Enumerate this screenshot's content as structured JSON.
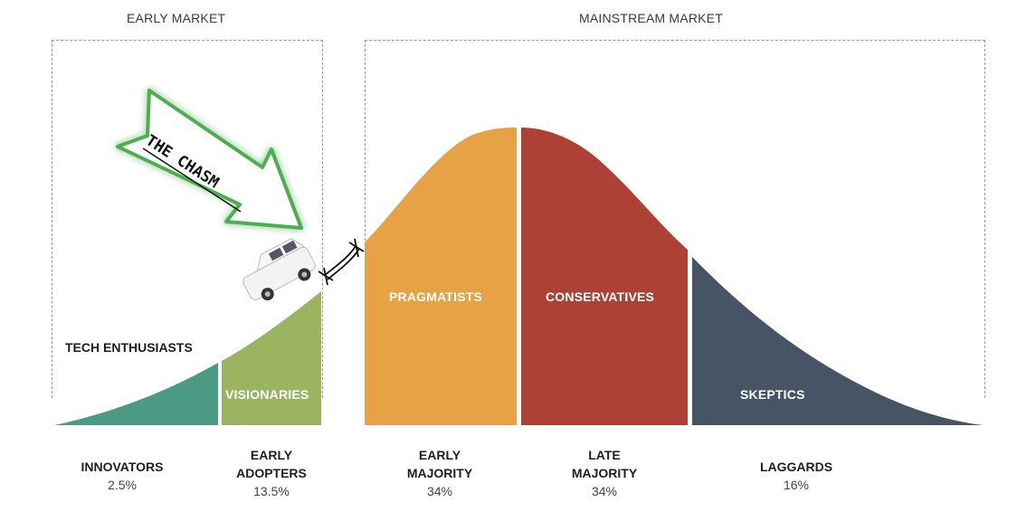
{
  "markets": {
    "early": "EARLY MARKET",
    "mainstream": "MAINSTREAM MARKET"
  },
  "chasm_arrow": {
    "label": "THE CHASM",
    "icon": "arrow-down-right-icon",
    "outline_color": "#4caf50"
  },
  "tech_enthusiasts": "TECH ENTHUSIASTS",
  "segments": [
    {
      "label": "",
      "color": "#4a9a84"
    },
    {
      "label": "VISIONARIES",
      "color": "#9bb462"
    },
    {
      "label": "PRAGMATISTS",
      "color": "#e6a244"
    },
    {
      "label": "CONSERVATIVES",
      "color": "#ad4135"
    },
    {
      "label": "SKEPTICS",
      "color": "#465466"
    }
  ],
  "categories": [
    {
      "name_line1": "INNOVATORS",
      "name_line2": "",
      "pct": "2.5%"
    },
    {
      "name_line1": "EARLY",
      "name_line2": "ADOPTERS",
      "pct": "13.5%"
    },
    {
      "name_line1": "EARLY",
      "name_line2": "MAJORITY",
      "pct": "34%"
    },
    {
      "name_line1": "LATE",
      "name_line2": "MAJORITY",
      "pct": "34%"
    },
    {
      "name_line1": "LAGGARDS",
      "name_line2": "",
      "pct": "16%"
    }
  ],
  "chart_data": {
    "type": "area",
    "title": "Technology Adoption Life Cycle – Crossing the Chasm",
    "categories": [
      "Innovators",
      "Early Adopters",
      "Early Majority",
      "Late Majority",
      "Laggards"
    ],
    "segment_names": [
      "",
      "Visionaries",
      "Pragmatists",
      "Conservatives",
      "Skeptics"
    ],
    "values": [
      2.5,
      13.5,
      34,
      34,
      16
    ],
    "unit": "%",
    "groupings": {
      "Early Market": [
        "Innovators",
        "Early Adopters"
      ],
      "Mainstream Market": [
        "Early Majority",
        "Late Majority",
        "Laggards"
      ]
    },
    "annotations": [
      "THE CHASM",
      "TECH ENTHUSIASTS"
    ]
  }
}
